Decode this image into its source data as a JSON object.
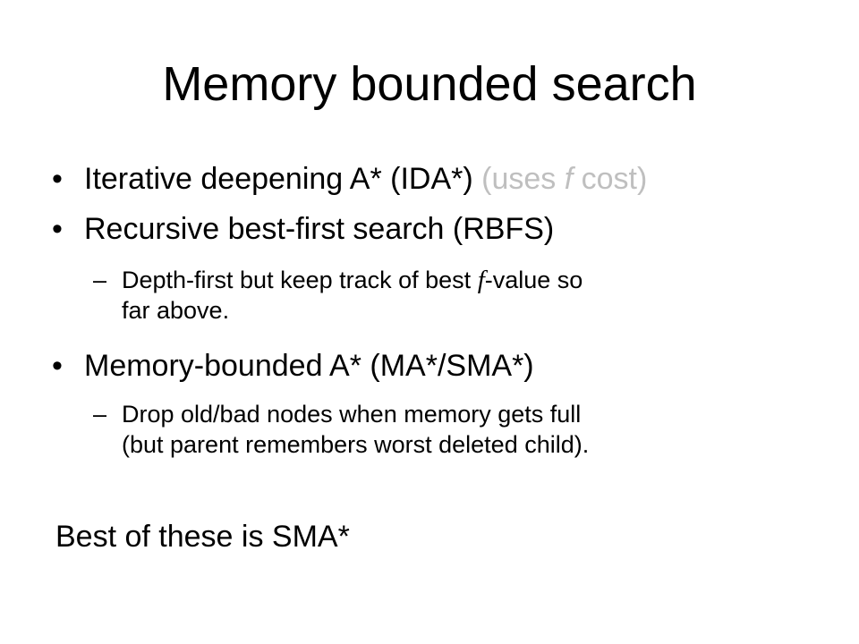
{
  "slide": {
    "title": "Memory bounded search",
    "bullet_symbol": "•",
    "dash_symbol": "–",
    "bullets": [
      {
        "text": "Iterative deepening A* (IDA*) ",
        "note_open": "(uses ",
        "note_italic": "f",
        "note_close": " cost)"
      },
      {
        "text": "Recursive best-first search (RBFS)",
        "sub": {
          "before": "Depth-first but keep track of best ",
          "italic": "f",
          "after": "-value so\nfar above."
        }
      },
      {
        "text": "Memory-bounded A* (MA*/SMA*)",
        "sub": {
          "text": "Drop old/bad nodes when memory gets full\n(but parent remembers worst deleted child)."
        }
      }
    ],
    "conclusion": "Best of these is SMA*"
  },
  "colors": {
    "text": "#000000",
    "muted": "#bfbfbf",
    "background": "#ffffff"
  }
}
